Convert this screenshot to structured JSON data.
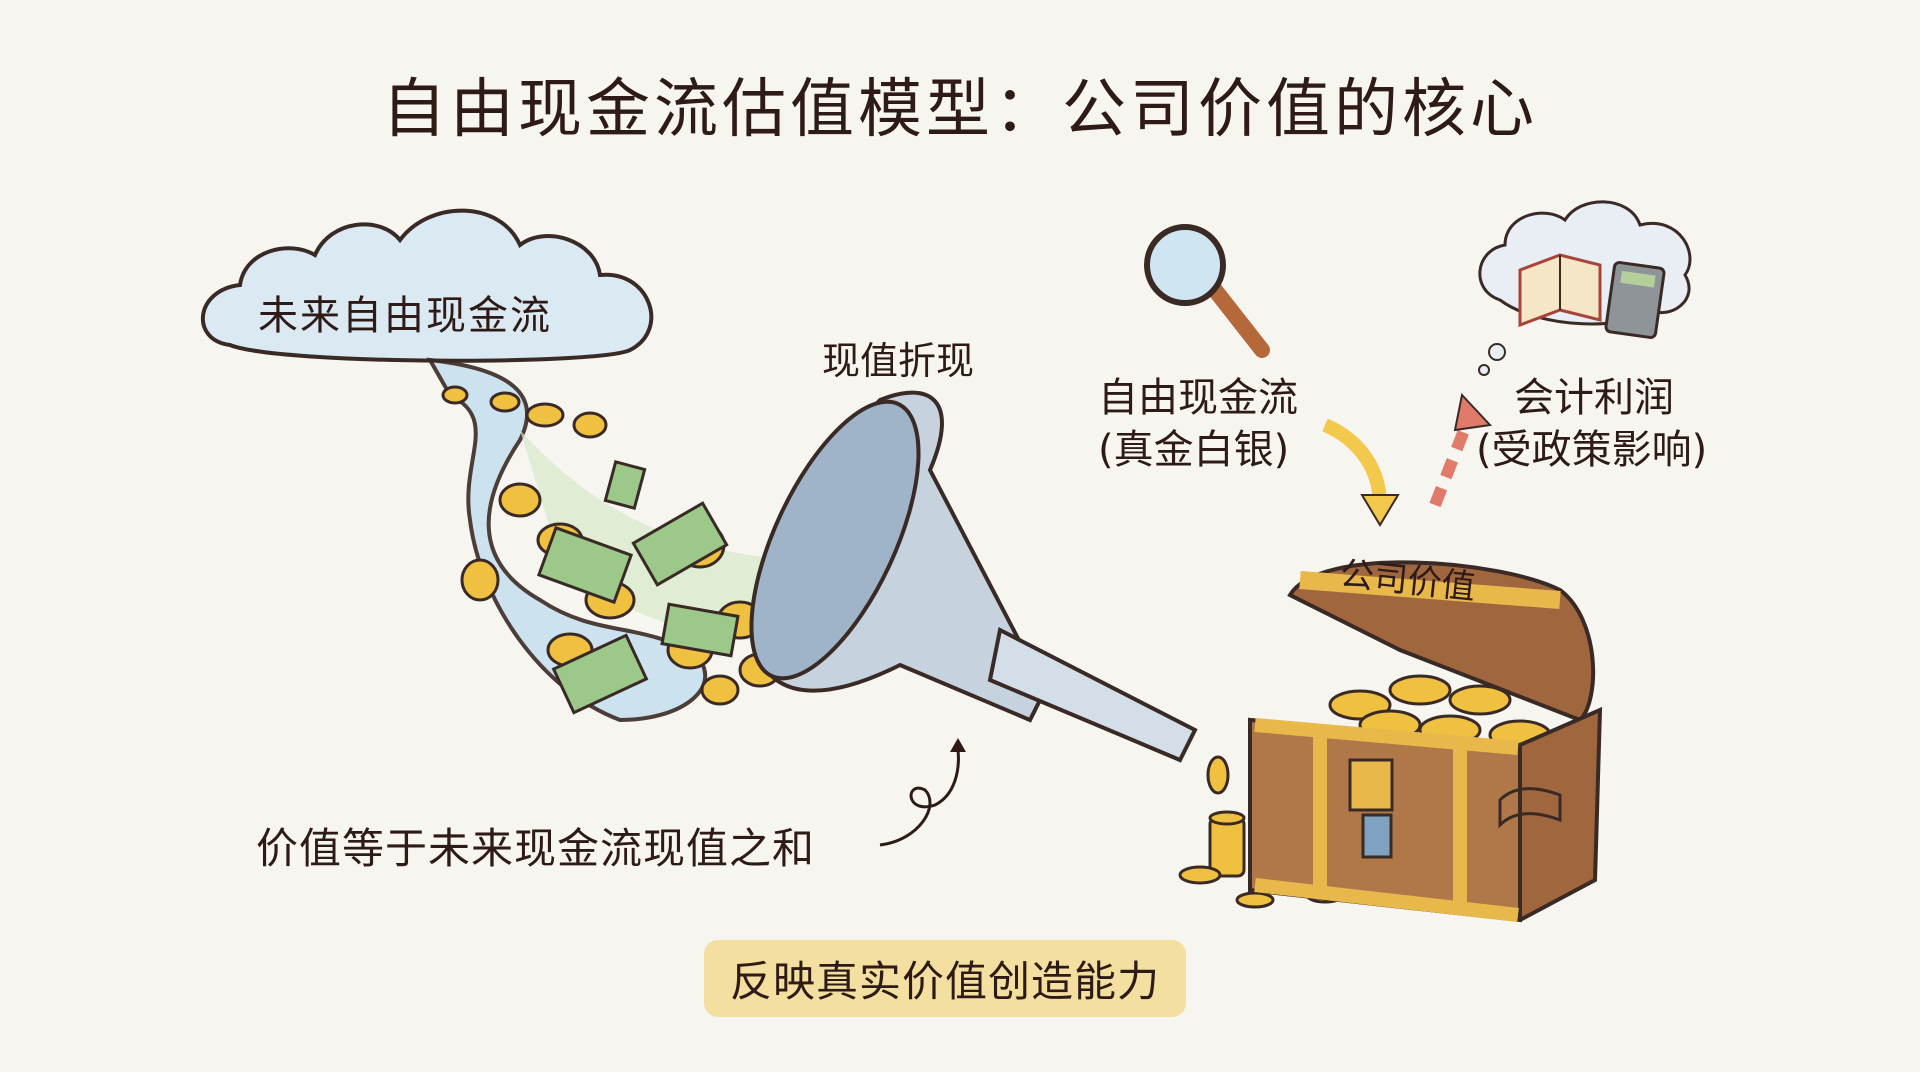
{
  "title": "自由现金流估值模型：公司价值的核心",
  "cloud": {
    "label": "未来自由现金流",
    "icon": "cloud-icon"
  },
  "funnel": {
    "label": "现值折现",
    "icon": "funnel-icon"
  },
  "free_cash_flow": {
    "line1": "自由现金流",
    "line2": "(真金白银)",
    "icon": "magnifying-glass-icon",
    "arrow_color": "#f2c94c"
  },
  "accounting_profit": {
    "line1": "会计利润",
    "line2": "(受政策影响)",
    "icons": [
      "book-icon",
      "calculator-icon"
    ],
    "arrow_color": "#e07a6a"
  },
  "chest": {
    "label": "公司价值",
    "icon": "treasure-chest-icon"
  },
  "annotation": {
    "text": "价值等于未来现金流现值之和"
  },
  "highlight": {
    "text": "反映真实价值创造能力",
    "color": "#f3dfa0"
  },
  "colors": {
    "background": "#f7f5f0",
    "text": "#2e1a16",
    "gold": "#f0c040",
    "cash_green": "#9cc98a",
    "stream_blue": "#bcd9ea",
    "wood": "#a0673f"
  }
}
